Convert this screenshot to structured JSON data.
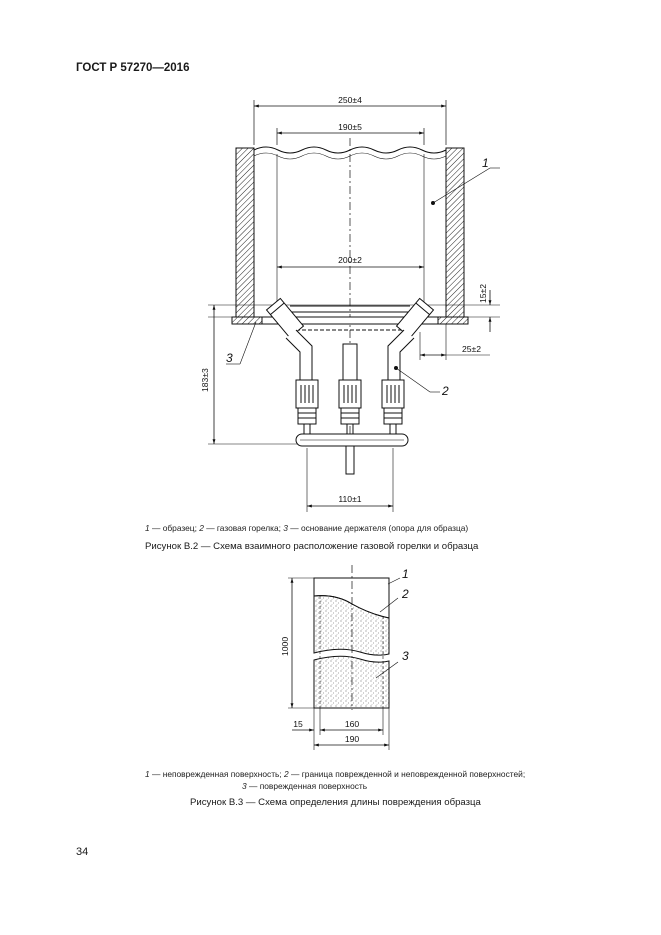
{
  "header": {
    "title": "ГОСТ Р 57270—2016"
  },
  "figure_b2": {
    "dims": {
      "d250": "250±4",
      "d190": "190±5",
      "d200": "200±2",
      "d15": "15±2",
      "d183": "183±3",
      "d25": "25±2",
      "d110": "110±1"
    },
    "callouts": {
      "c1": "1",
      "c2": "2",
      "c3": "3"
    },
    "legend": [
      {
        "num": "1",
        "text": " — образец; "
      },
      {
        "num": "2",
        "text": " — газовая горелка; "
      },
      {
        "num": "3",
        "text": " — основание держателя (опора для образца)"
      }
    ],
    "caption": "Рисунок В.2 — Схема взаимного расположение газовой горелки и образца"
  },
  "figure_b3": {
    "dims": {
      "d1000": "1000",
      "d15": "15",
      "d160": "160",
      "d190": "190"
    },
    "callouts": {
      "c1": "1",
      "c2": "2",
      "c3": "3"
    },
    "legend_line1": [
      {
        "num": "1",
        "text": " — неповрежденная поверхность; "
      },
      {
        "num": "2",
        "text": " — граница поврежденной и неповрежденной поверхностей;"
      }
    ],
    "legend_line2": [
      {
        "num": "3",
        "text": " — поврежденная поверхность"
      }
    ],
    "caption": "Рисунок В.3 — Схема определения длины повреждения образца"
  },
  "page_number": "34"
}
